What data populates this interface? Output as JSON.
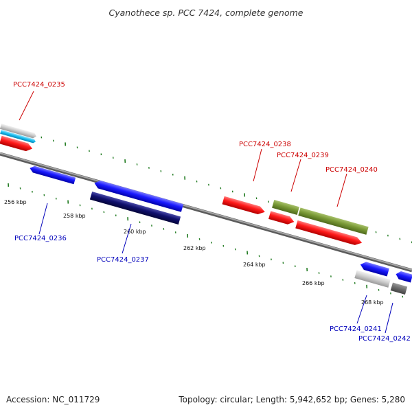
{
  "title": "Cyanothece sp. PCC 7424, complete genome",
  "footer": {
    "accession": "Accession: NC_011729",
    "info": "Topology: circular; Length: 5,942,652 bp; Genes: 5,280"
  },
  "colors": {
    "backbone": "#888888",
    "tick": "#1f7a1f",
    "label_top": "#cc0000",
    "label_bottom": "#0000bb"
  },
  "scale": [
    "256 kbp",
    "258 kbp",
    "260 kbp",
    "262 kbp",
    "264 kbp",
    "266 kbp",
    "268 kbp"
  ],
  "genes": [
    {
      "id": "PCC7424_0235",
      "color": "#cc0000"
    },
    {
      "id": "PCC7424_0236",
      "color": "#0000bb"
    },
    {
      "id": "PCC7424_0237",
      "color": "#0000bb"
    },
    {
      "id": "PCC7424_0238",
      "color": "#cc0000"
    },
    {
      "id": "PCC7424_0239",
      "color": "#cc0000"
    },
    {
      "id": "PCC7424_0240",
      "color": "#cc0000"
    },
    {
      "id": "PCC7424_0241",
      "color": "#0000bb"
    },
    {
      "id": "PCC7424_0242",
      "color": "#0000bb"
    }
  ]
}
